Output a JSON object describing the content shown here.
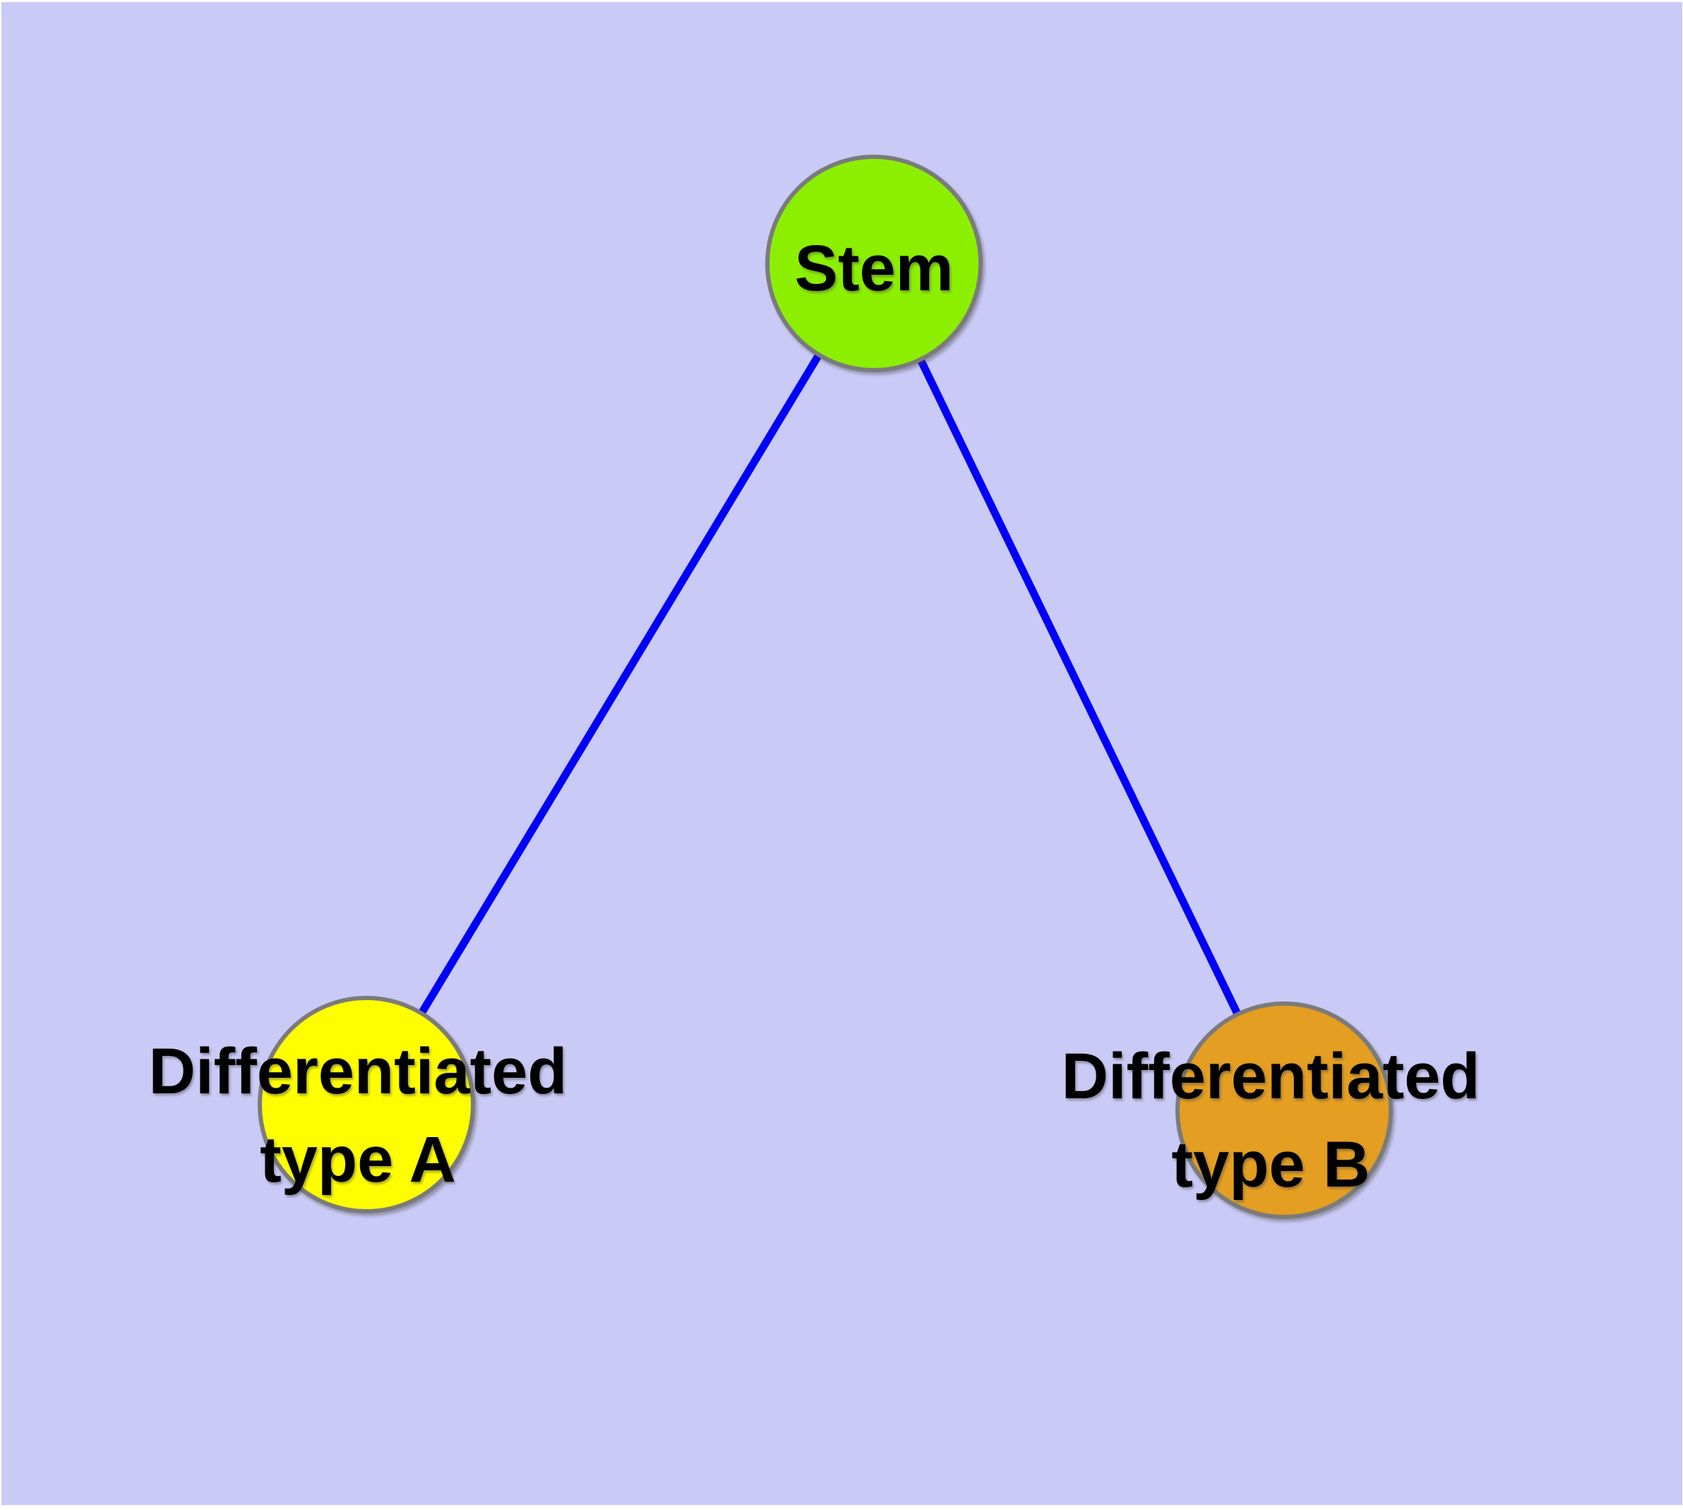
{
  "diagram": {
    "type": "graph",
    "background_color": "#CACAF7",
    "margin_color": "#FFFFFF",
    "edge_color": "#0000F8",
    "node_border_color": "#7B7B7B",
    "label_color": "#000000",
    "nodes": [
      {
        "id": "stem",
        "label": "Stem",
        "fill": "#8CEF00"
      },
      {
        "id": "differentiated-type-a",
        "label": "Differentiated type A",
        "line1": "Differentiated",
        "line2": "type A",
        "fill": "#FEFE00"
      },
      {
        "id": "differentiated-type-b",
        "label": "Differentiated type B",
        "line1": "Differentiated",
        "line2": "type B",
        "fill": "#E49E21"
      }
    ],
    "edges": [
      {
        "from": "Stem",
        "to": "Differentiated type A"
      },
      {
        "from": "Stem",
        "to": "Differentiated type B"
      }
    ]
  }
}
